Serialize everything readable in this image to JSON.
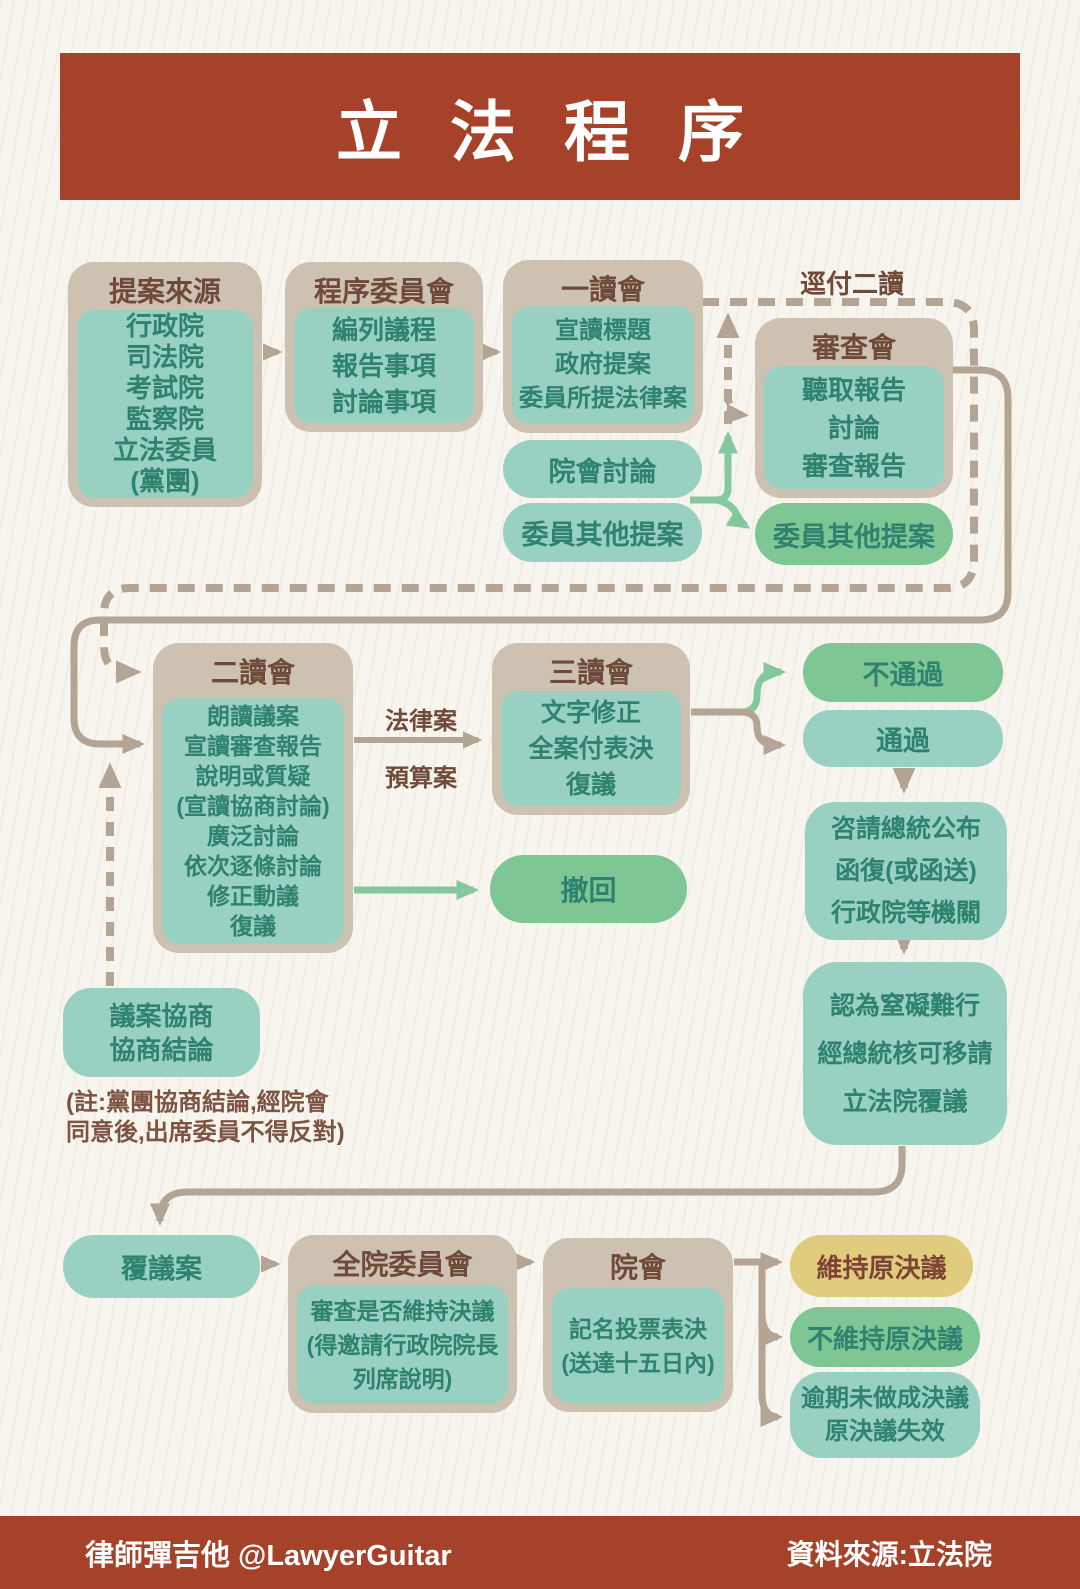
{
  "title": "立法程序",
  "colors": {
    "band_red": "#a6412a",
    "background": "#f7f5ed",
    "container_tan": "#cdc2b2",
    "box_teal": "#98d0c1",
    "box_green": "#7ec795",
    "box_yellow": "#dfcc7c",
    "text_brown": "#6f4a38",
    "text_teal": "#2f8270",
    "line_tan": "#b3a494",
    "line_green": "#84c89d"
  },
  "nodes": {
    "proposal_sources": {
      "header": "提案來源",
      "lines": [
        "行政院",
        "司法院",
        "考試院",
        "監察院",
        "立法委員",
        "(黨團)"
      ]
    },
    "procedure_committee": {
      "header": "程序委員會",
      "lines": [
        "編列議程",
        "報告事項",
        "討論事項"
      ]
    },
    "first_reading": {
      "header": "一讀會",
      "lines": [
        "宣讀標題",
        "政府提案",
        "委員所提法律案"
      ]
    },
    "floor_discussion": {
      "label": "院會討論"
    },
    "member_other_proposals_1": {
      "label": "委員其他提案"
    },
    "review_committee": {
      "header": "審查會",
      "lines": [
        "聽取報告",
        "討論",
        "審查報告"
      ]
    },
    "member_other_proposals_2": {
      "label": "委員其他提案"
    },
    "skip_to_second_reading": {
      "label": "逕付二讀"
    },
    "second_reading": {
      "header": "二讀會",
      "lines": [
        "朗讀議案",
        "宣讀審查報告",
        "說明或質疑",
        "(宣讀協商討論)",
        "廣泛討論",
        "依次逐條討論",
        "修正動議",
        "復議"
      ]
    },
    "bill_type_labels": {
      "law": "法律案",
      "budget": "預算案"
    },
    "third_reading": {
      "header": "三讀會",
      "lines": [
        "文字修正",
        "全案付表決",
        "復議"
      ]
    },
    "withdraw": {
      "label": "撤回"
    },
    "not_passed": {
      "label": "不通過"
    },
    "passed": {
      "label": "通過"
    },
    "president_promulgation": {
      "lines": [
        "咨請總統公布",
        "函復(或函送)",
        "行政院等機關"
      ]
    },
    "reconsideration_request": {
      "lines": [
        "認為窒礙難行",
        "經總統核可移請",
        "立法院覆議"
      ]
    },
    "negotiation": {
      "lines": [
        "議案協商",
        "協商結論"
      ]
    },
    "note": {
      "lines": [
        "(註:黨團協商結論,經院會",
        "同意後,出席委員不得反對)"
      ]
    },
    "reconsideration_bill": {
      "label": "覆議案"
    },
    "whole_house_committee": {
      "header": "全院委員會",
      "lines": [
        "審查是否維持決議",
        "(得邀請行政院院長",
        "列席說明)"
      ]
    },
    "plenary": {
      "header": "院會",
      "lines": [
        "記名投票表決",
        "(送達十五日內)"
      ]
    },
    "uphold_original": {
      "label": "維持原決議"
    },
    "not_uphold_original": {
      "label": "不維持原決議"
    },
    "overdue": {
      "lines": [
        "逾期未做成決議",
        "原決議失效"
      ]
    }
  },
  "footer": {
    "left": "律師彈吉他 @LawyerGuitar",
    "right": "資料來源:立法院"
  }
}
